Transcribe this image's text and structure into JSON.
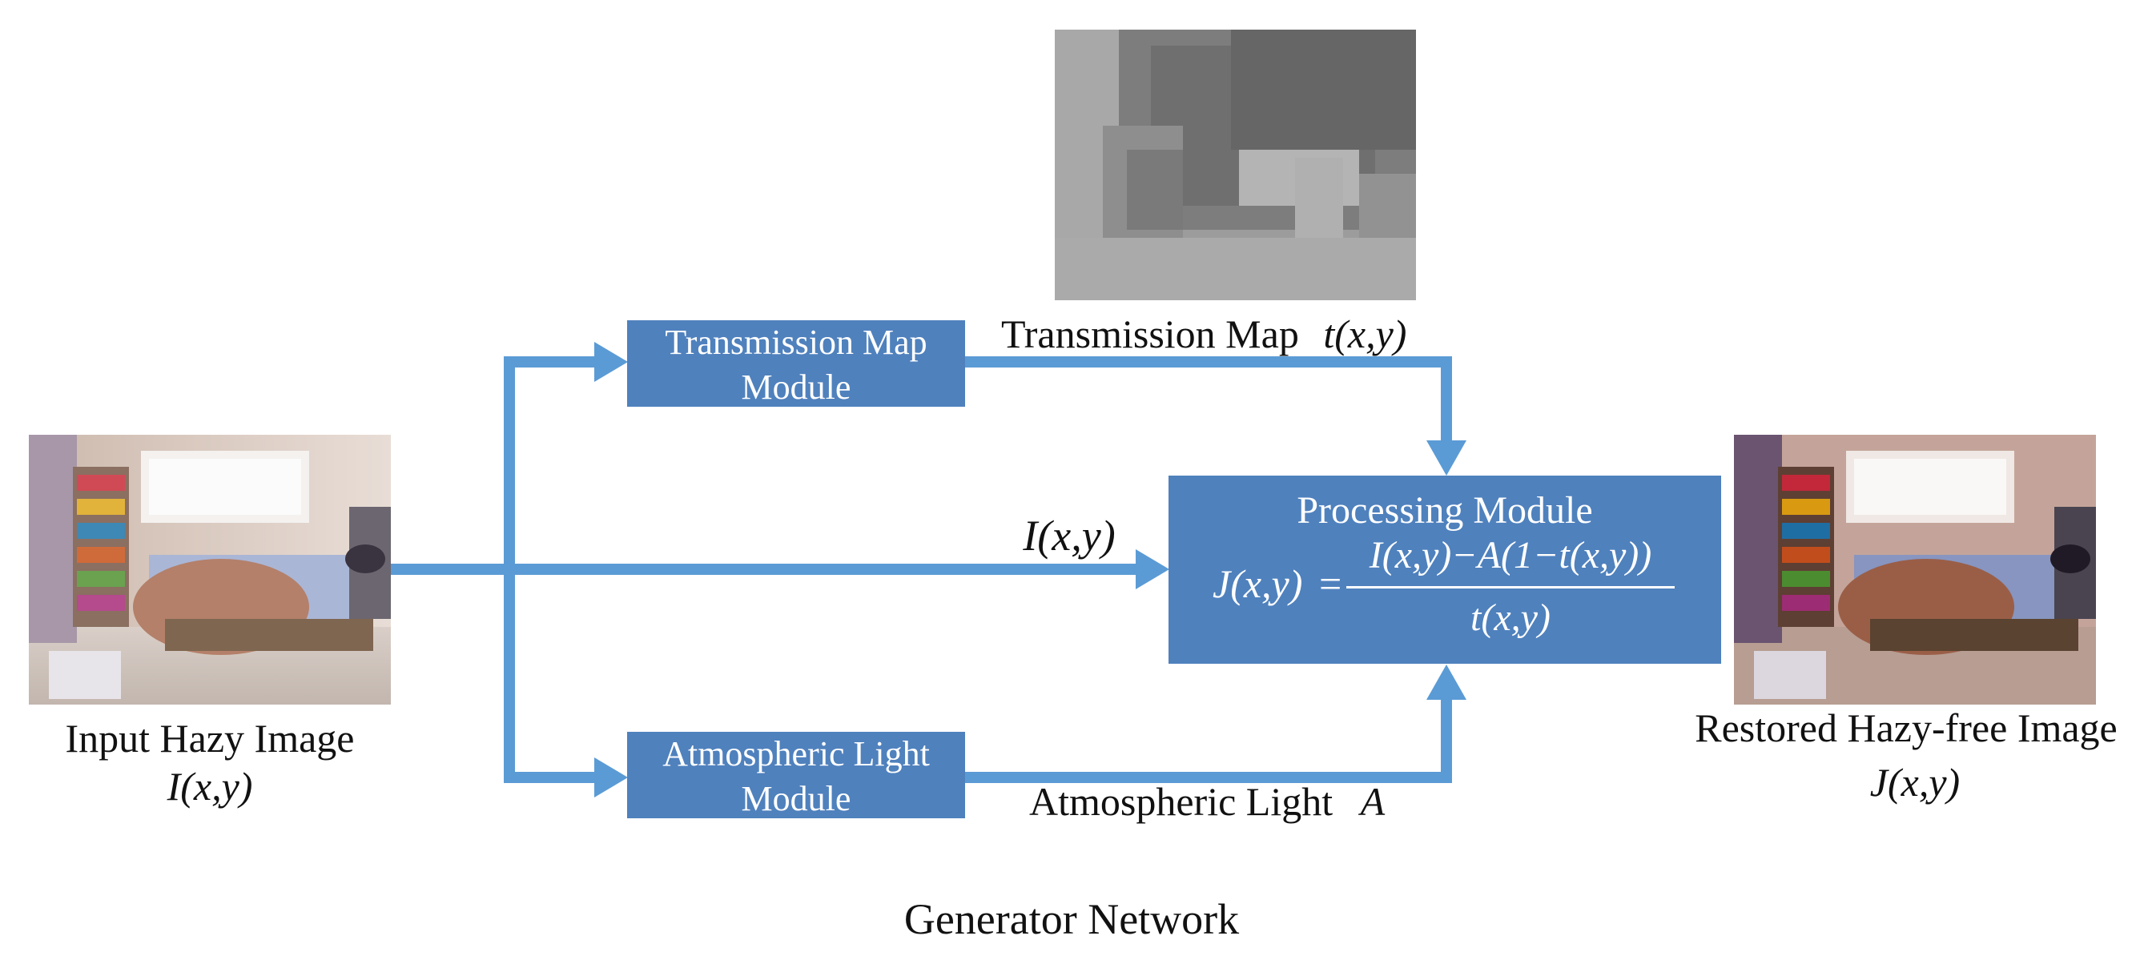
{
  "input_caption": "Input Hazy Image",
  "input_symbol": "I(x,y)",
  "output_caption": "Restored Hazy-free Image",
  "output_symbol": "J(x,y)",
  "transmission_module": {
    "line1": "Transmission Map",
    "line2": "Module"
  },
  "atmospheric_module": {
    "line1": "Atmospheric Light",
    "line2": "Module"
  },
  "transmission_output_label": "Transmission Map",
  "transmission_output_symbol": "t(x,y)",
  "atmospheric_output_label": "Atmospheric Light",
  "atmospheric_output_symbol": "A",
  "direct_path_symbol": "I(x,y)",
  "processing_module": {
    "title": "Processing Module",
    "lhs": "J(x,y)",
    "equals": "=",
    "numerator": "I(x,y)−A(1−t(x,y))",
    "denominator": "t(x,y)"
  },
  "network_caption": "Generator Network",
  "colors": {
    "arrow": "#5b9bd5",
    "box": "#4f81bd",
    "box_text": "#ffffff",
    "text": "#111111"
  }
}
